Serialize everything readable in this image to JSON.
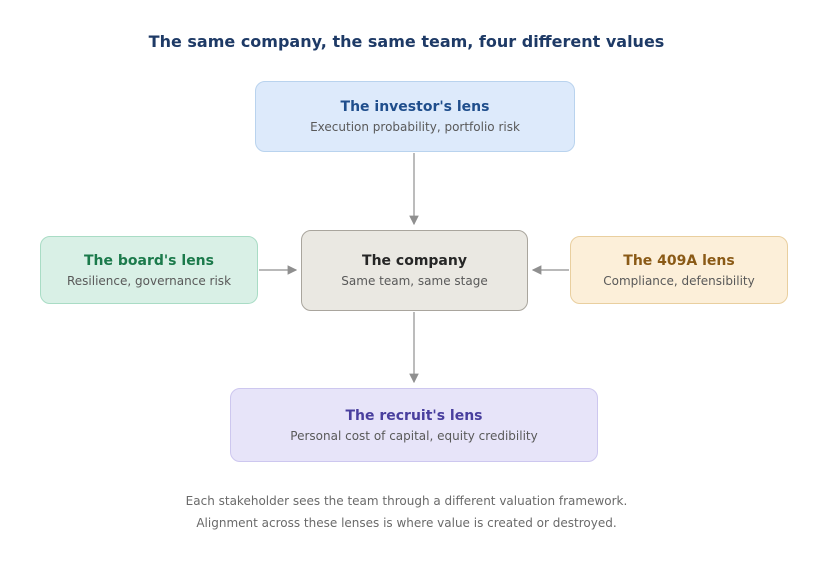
{
  "title": "The same company, the same team, four different values",
  "nodes": {
    "investor": {
      "heading": "The investor's lens",
      "subtext": "Execution probability, portfolio risk"
    },
    "board": {
      "heading": "The board's lens",
      "subtext": "Resilience, governance risk"
    },
    "company": {
      "heading": "The company",
      "subtext": "Same team, same stage"
    },
    "lens409a": {
      "heading": "The 409A lens",
      "subtext": "Compliance, defensibility"
    },
    "recruit": {
      "heading": "The recruit's lens",
      "subtext": "Personal cost of capital, equity credibility"
    }
  },
  "edges": [
    {
      "from": "investor",
      "to": "company"
    },
    {
      "from": "board",
      "to": "company"
    },
    {
      "from": "lens409a",
      "to": "company"
    },
    {
      "from": "company",
      "to": "recruit"
    }
  ],
  "footer": {
    "line1": "Each stakeholder sees the team through a different valuation framework.",
    "line2": "Alignment across these lenses is where value is created or destroyed."
  },
  "colors": {
    "title": "#1e3a66",
    "subtext": "#595959",
    "footer-text": "#6a6a6a",
    "arrow": "#8f8f8f",
    "investor-bg": "#ddeafb",
    "investor-border": "#b9d3ee",
    "investor-heading": "#1f4e8c",
    "board-bg": "#d9f0e6",
    "board-border": "#a9dcc5",
    "board-heading": "#1b7a4b",
    "company-bg": "#eae8e2",
    "company-border": "#a9a59d",
    "company-heading": "#262626",
    "lens409a-bg": "#fcefd9",
    "lens409a-border": "#e9cf9f",
    "lens409a-heading": "#8a5a16",
    "recruit-bg": "#e7e4f9",
    "recruit-border": "#cdc7ef",
    "recruit-heading": "#493f9e"
  }
}
